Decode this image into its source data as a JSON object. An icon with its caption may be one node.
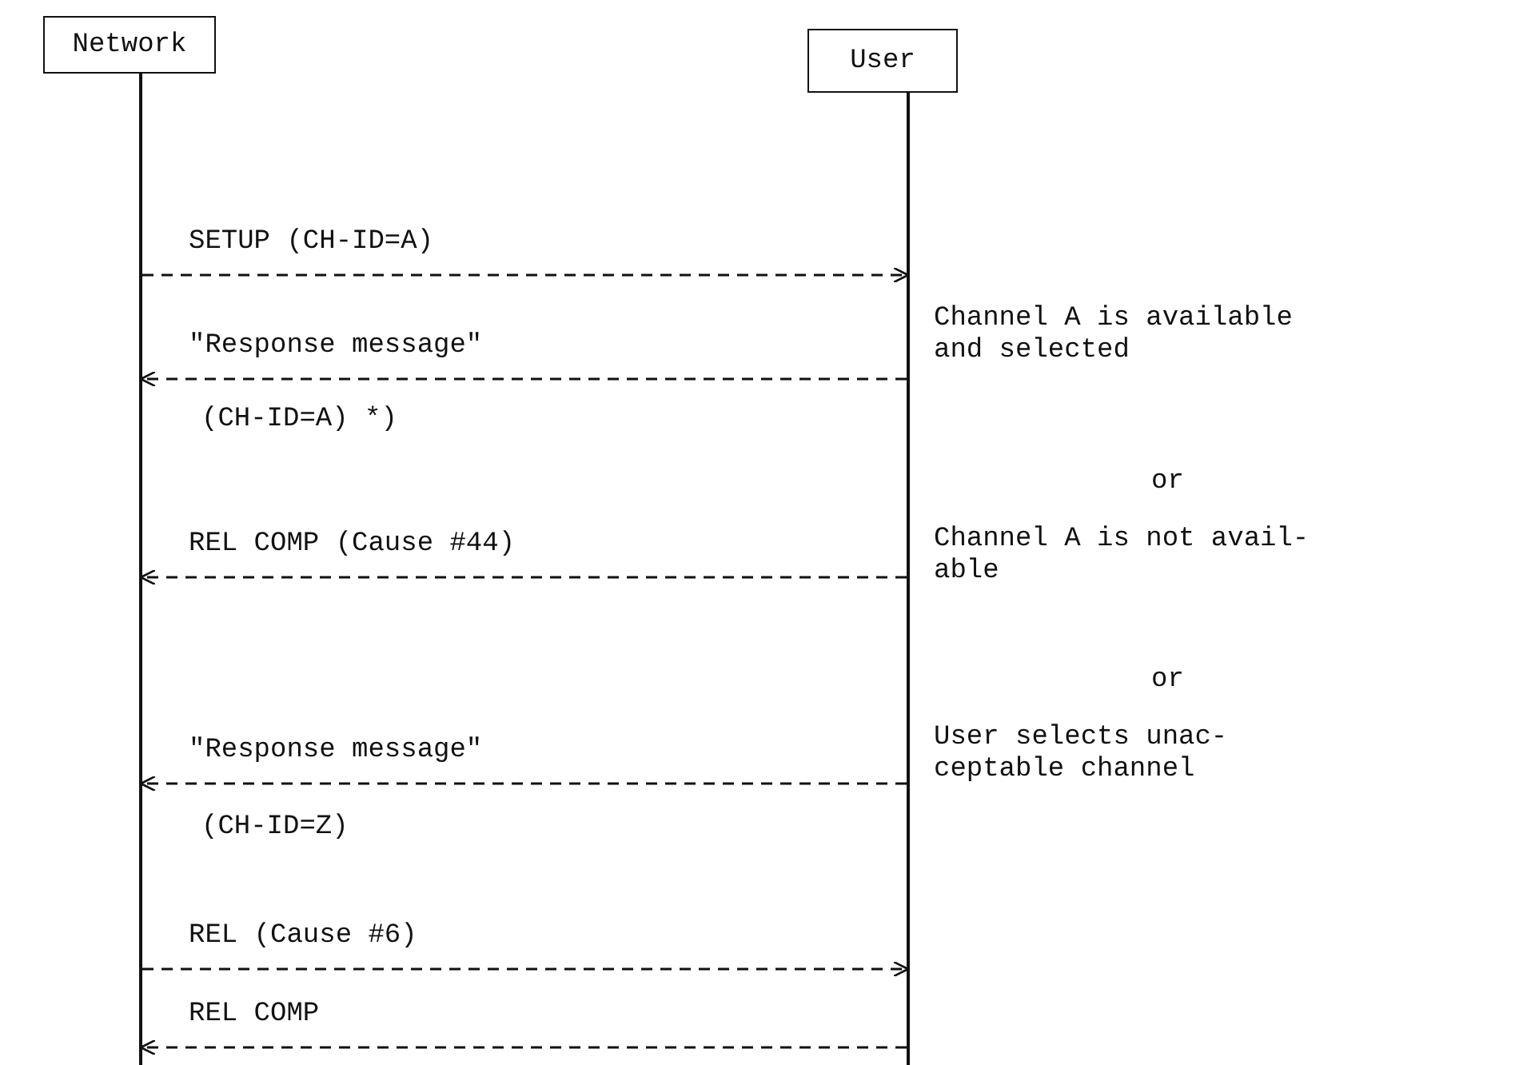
{
  "diagram": {
    "nodes": [
      {
        "text": [
          "Network"
        ]
      },
      {
        "text": [
          "User"
        ]
      }
    ],
    "edges": [
      {
        "from": 0,
        "to": 1,
        "arrow": "to",
        "label": "SETUP (CH-ID=A)",
        "style": "dashed"
      },
      {
        "from": 1,
        "to": 0,
        "arrow": "to",
        "label": "\"Response message\"",
        "style": "dashed"
      },
      {
        "from": 1,
        "to": 0,
        "arrow": "to",
        "label": "REL COMP (Cause #44)",
        "style": "dashed"
      },
      {
        "from": 1,
        "to": 0,
        "arrow": "to",
        "label": "\"Response message\"",
        "style": "dashed"
      },
      {
        "from": 0,
        "to": 1,
        "arrow": "to",
        "label": "REL (Cause #6)",
        "style": "dashed"
      },
      {
        "from": 1,
        "to": 0,
        "arrow": "to",
        "label": "REL COMP",
        "style": "dashed"
      }
    ],
    "labels": [
      "Channel A is available and selected",
      "(CH-ID=A) *)",
      "or",
      "Channel A is not avail- able",
      "or",
      "User selects unac- ceptable channel",
      "(CH-ID=Z)"
    ]
  }
}
